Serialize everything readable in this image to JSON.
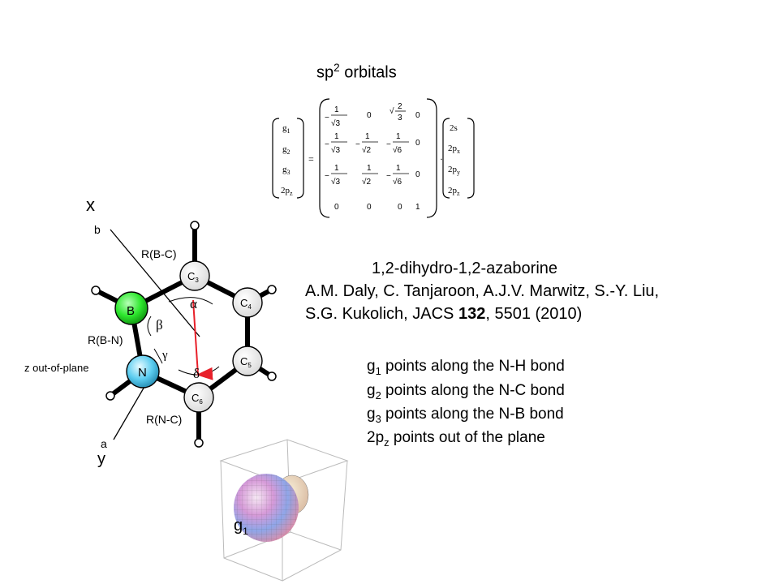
{
  "title": {
    "base": "sp",
    "sup": "2",
    "rest": " orbitals"
  },
  "equation": {
    "lhs": [
      {
        "base": "g",
        "sub": "1"
      },
      {
        "base": "g",
        "sub": "2"
      },
      {
        "base": "g",
        "sub": "3"
      },
      {
        "base": "2p",
        "sub": "z"
      }
    ],
    "equals": "=",
    "dot": "·",
    "matrix": [
      [
        "-1/√3",
        "0",
        "√(2/3)",
        "0"
      ],
      [
        "-1/√3",
        "-1/√2",
        "-1/√6",
        "0"
      ],
      [
        "-1/√3",
        "1/√2",
        "-1/√6",
        "0"
      ],
      [
        "0",
        "0",
        "0",
        "1"
      ]
    ],
    "rhs": [
      {
        "base": "2s",
        "sub": ""
      },
      {
        "base": "2p",
        "sub": "x"
      },
      {
        "base": "2p",
        "sub": "y"
      },
      {
        "base": "2p",
        "sub": "z"
      }
    ]
  },
  "reference": {
    "molecule": "1,2-dihydro-1,2-azaborine",
    "authors": "A.M. Daly, C. Tanjaroon, A.J.V. Marwitz, S.-Y. Liu,",
    "line3_pre": "S.G. Kukolich, JACS ",
    "volume": "132",
    "line3_post": ", 5501 (2010)"
  },
  "descriptions": [
    {
      "base": "g",
      "sub": "1",
      "text": " points along the N-H bond"
    },
    {
      "base": "g",
      "sub": "2",
      "text": " points along the N-C bond"
    },
    {
      "base": "g",
      "sub": "3",
      "text": " points along the N-B bond"
    },
    {
      "base": "2p",
      "sub": "z",
      "text": " points out of the plane"
    }
  ],
  "molecule": {
    "axis_x": "x",
    "axis_b": "b",
    "axis_y": "y",
    "axis_a": "a",
    "z_label": "z out-of-plane",
    "atom_B": "B",
    "atom_N": "N",
    "atom_C3": {
      "base": "C",
      "sub": "3"
    },
    "atom_C4": {
      "base": "C",
      "sub": "4"
    },
    "atom_C5": {
      "base": "C",
      "sub": "5"
    },
    "atom_C6": {
      "base": "C",
      "sub": "6"
    },
    "bond_BC": "R(B-C)",
    "bond_BN": "R(B-N)",
    "bond_NC": "R(N-C)",
    "angle_alpha": "α",
    "angle_beta": "β",
    "angle_gamma": "γ",
    "angle_delta": "δ",
    "colors": {
      "boron": "#2ee82e",
      "nitrogen": "#4fc8ee",
      "arrow": "#e8202a"
    }
  },
  "orbital": {
    "label": {
      "base": "g",
      "sub": "1"
    }
  }
}
